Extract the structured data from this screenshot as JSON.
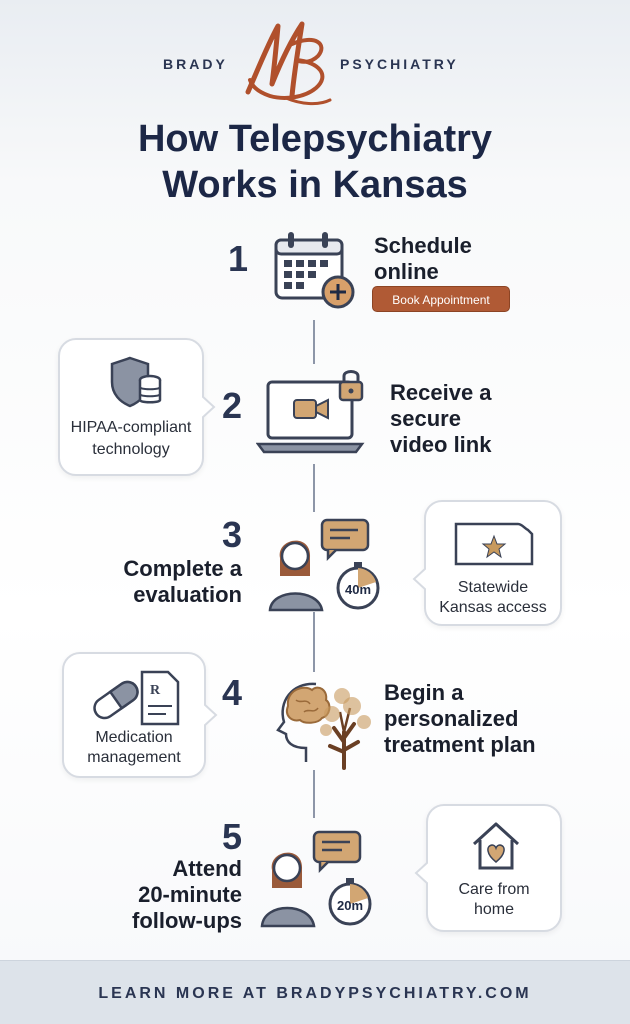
{
  "brand": {
    "left": "BRADY",
    "right": "PSYCHIATRY",
    "monogram": "MB"
  },
  "title": {
    "line1": "How Telepsychiatry",
    "line2": "Works in Kansas"
  },
  "steps": [
    {
      "number": "1",
      "text_lines": [
        "Schedule",
        "online"
      ],
      "button": "Book Appointment"
    },
    {
      "number": "2",
      "text_lines": [
        "Receive a",
        "secure",
        "video link"
      ]
    },
    {
      "number": "3",
      "text_lines": [
        "Complete a",
        "evaluation"
      ],
      "timer": "40m"
    },
    {
      "number": "4",
      "text_lines": [
        "Begin a",
        "personalized",
        "treatment plan"
      ]
    },
    {
      "number": "5",
      "text_lines": [
        "Attend",
        "20-minute",
        "follow-ups"
      ],
      "timer": "20m"
    }
  ],
  "callouts": {
    "hipaa": [
      "HIPAA-compliant",
      "technology"
    ],
    "kansas": [
      "Statewide",
      "Kansas access"
    ],
    "medication": [
      "Medication",
      "management"
    ],
    "home": [
      "Care from",
      "home"
    ]
  },
  "footer": {
    "text": "LEARN MORE AT BRADYPSYCHIATRY.COM"
  },
  "colors": {
    "navy": "#1c2746",
    "accent": "#b05a35",
    "tan": "#d2a673",
    "slate": "#6b7586"
  },
  "icons": [
    "calendar-icon",
    "plus-icon",
    "shield-icon",
    "database-icon",
    "laptop-icon",
    "video-camera-icon",
    "lock-icon",
    "person-icon",
    "chat-bubble-icon",
    "stopwatch-icon",
    "kansas-map-icon",
    "star-icon",
    "pill-icon",
    "prescription-icon",
    "head-brain-icon",
    "tree-icon",
    "house-heart-icon"
  ]
}
